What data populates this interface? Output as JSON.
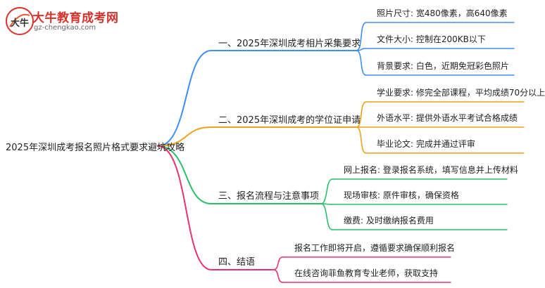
{
  "logo": {
    "name": "大牛教育成考网",
    "url": "gz-chengkao.com",
    "mark_text": "大牛"
  },
  "root": {
    "label": "2025年深圳成考报名照片格式要求避坑攻略"
  },
  "branches": [
    {
      "label": "一、2025年深圳成考相片采集要求",
      "color": "#3d8ef5",
      "leaves": [
        "照片尺寸: 宽480像素，高640像素",
        "文件大小: 控制在200KB以下",
        "背景要求: 白色，近期免冠彩色照片"
      ]
    },
    {
      "label": "二、2025年深圳成考的学位证申请",
      "color": "#f0a21a",
      "leaves": [
        "学业要求: 修完全部课程，平均成绩70分以上",
        "外语水平: 提供外语水平考试合格成绩",
        "毕业论文: 完成并通过评审"
      ]
    },
    {
      "label": "三、报名流程与注意事项",
      "color": "#2bbf6a",
      "leaves": [
        "网上报名: 登录报名系统，填写信息并上传材料",
        "现场审核: 原件审核，确保资格",
        "缴费: 及时缴纳报名费用"
      ]
    },
    {
      "label": "四、结语",
      "color": "#e8336b",
      "leaves": [
        "报名工作即将开启，遵循要求确保顺利报名",
        "在线咨询菲鱼教育专业老师，获取支持"
      ]
    }
  ]
}
